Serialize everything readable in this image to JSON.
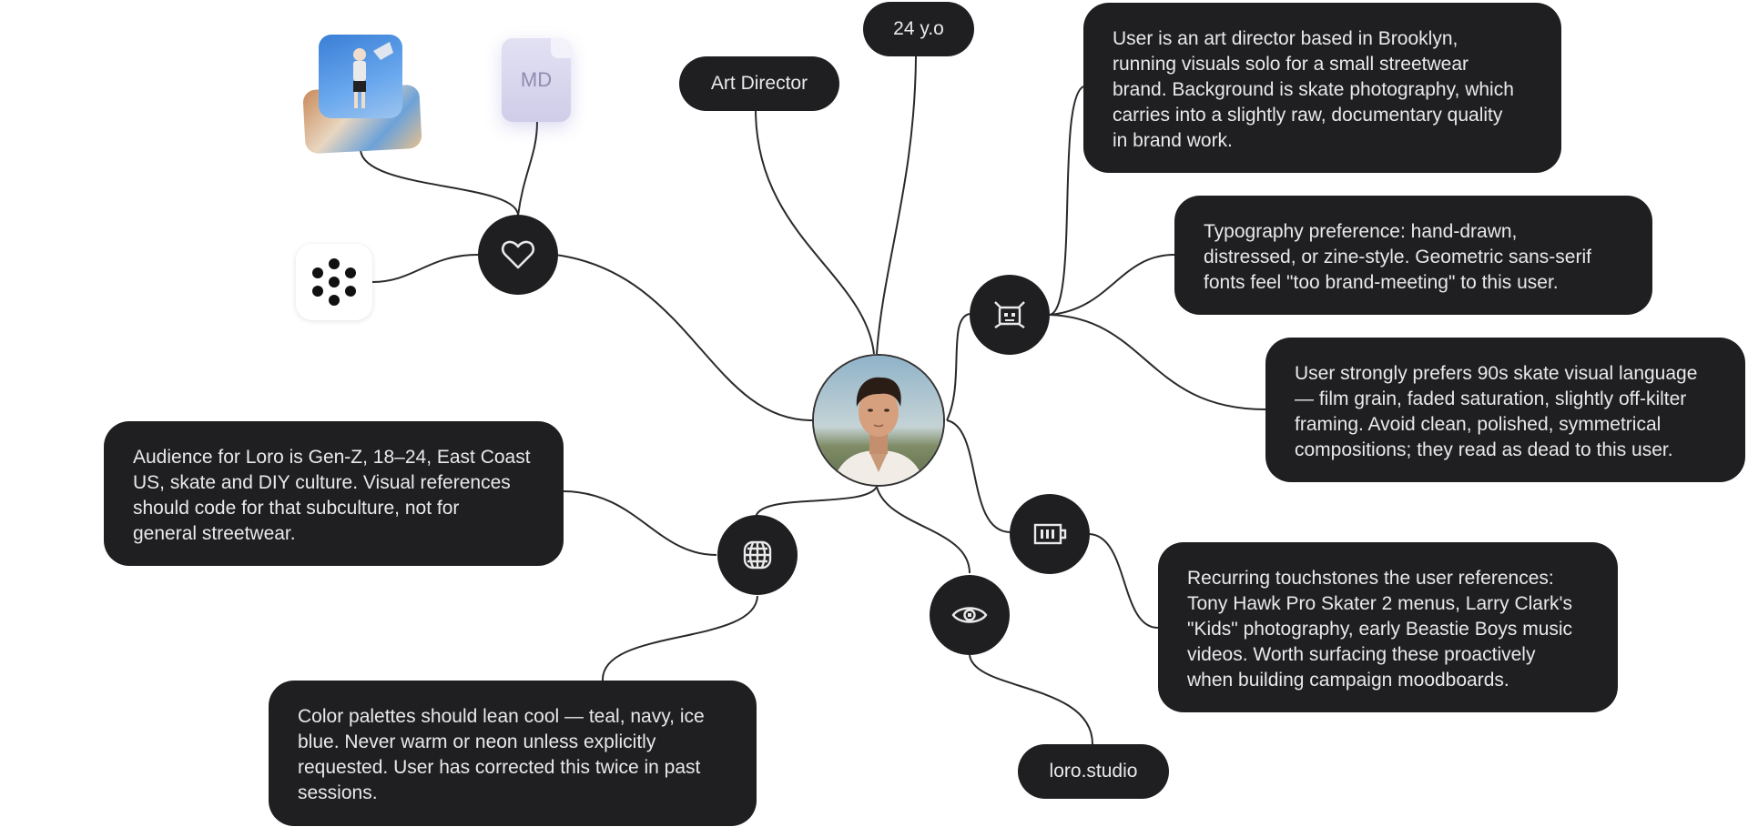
{
  "center": {
    "avatar_icon": "person-portrait-photo"
  },
  "pills": {
    "age": "24 y.o",
    "role": "Art Director",
    "website": "loro.studio"
  },
  "attachments": {
    "md_label": "MD",
    "photos_icon": "photo-stack",
    "app_icon": "dots-flower-app-icon"
  },
  "hubs": {
    "favorites": "heart-icon",
    "agent": "robot-icon",
    "media": "film-icon",
    "visibility": "eye-icon",
    "world": "globe-icon"
  },
  "notes": {
    "brooklyn": "User is an art director based in Brooklyn,\nrunning visuals solo for a small streetwear\nbrand. Background is skate photography, which\ncarries into a slightly raw, documentary quality\nin brand work.",
    "typography": "Typography preference: hand-drawn,\ndistressed, or zine-style. Geometric sans-serif\nfonts feel \"too brand-meeting\" to this user.",
    "skate90s": "User strongly prefers 90s skate visual language\n— film grain, faded saturation, slightly off-kilter\nframing. Avoid clean, polished, symmetrical\ncompositions; they read as dead to this user.",
    "touchstones": "Recurring touchstones the user references:\nTony Hawk Pro Skater 2 menus, Larry Clark's\n\"Kids\" photography, early Beastie Boys music\nvideos. Worth surfacing these proactively\nwhen building campaign moodboards.",
    "audience": "Audience for Loro is Gen-Z, 18–24, East Coast\nUS, skate and DIY culture. Visual references\nshould code for that subculture, not for\ngeneral streetwear.",
    "palette": "Color palettes should lean cool — teal, navy, ice\nblue. Never warm or neon unless explicitly\nrequested. User has corrected this twice in past\nsessions."
  },
  "colors": {
    "node_bg": "#1f1f21",
    "node_text": "#e9e9ea",
    "edge": "#2a2a2c"
  }
}
